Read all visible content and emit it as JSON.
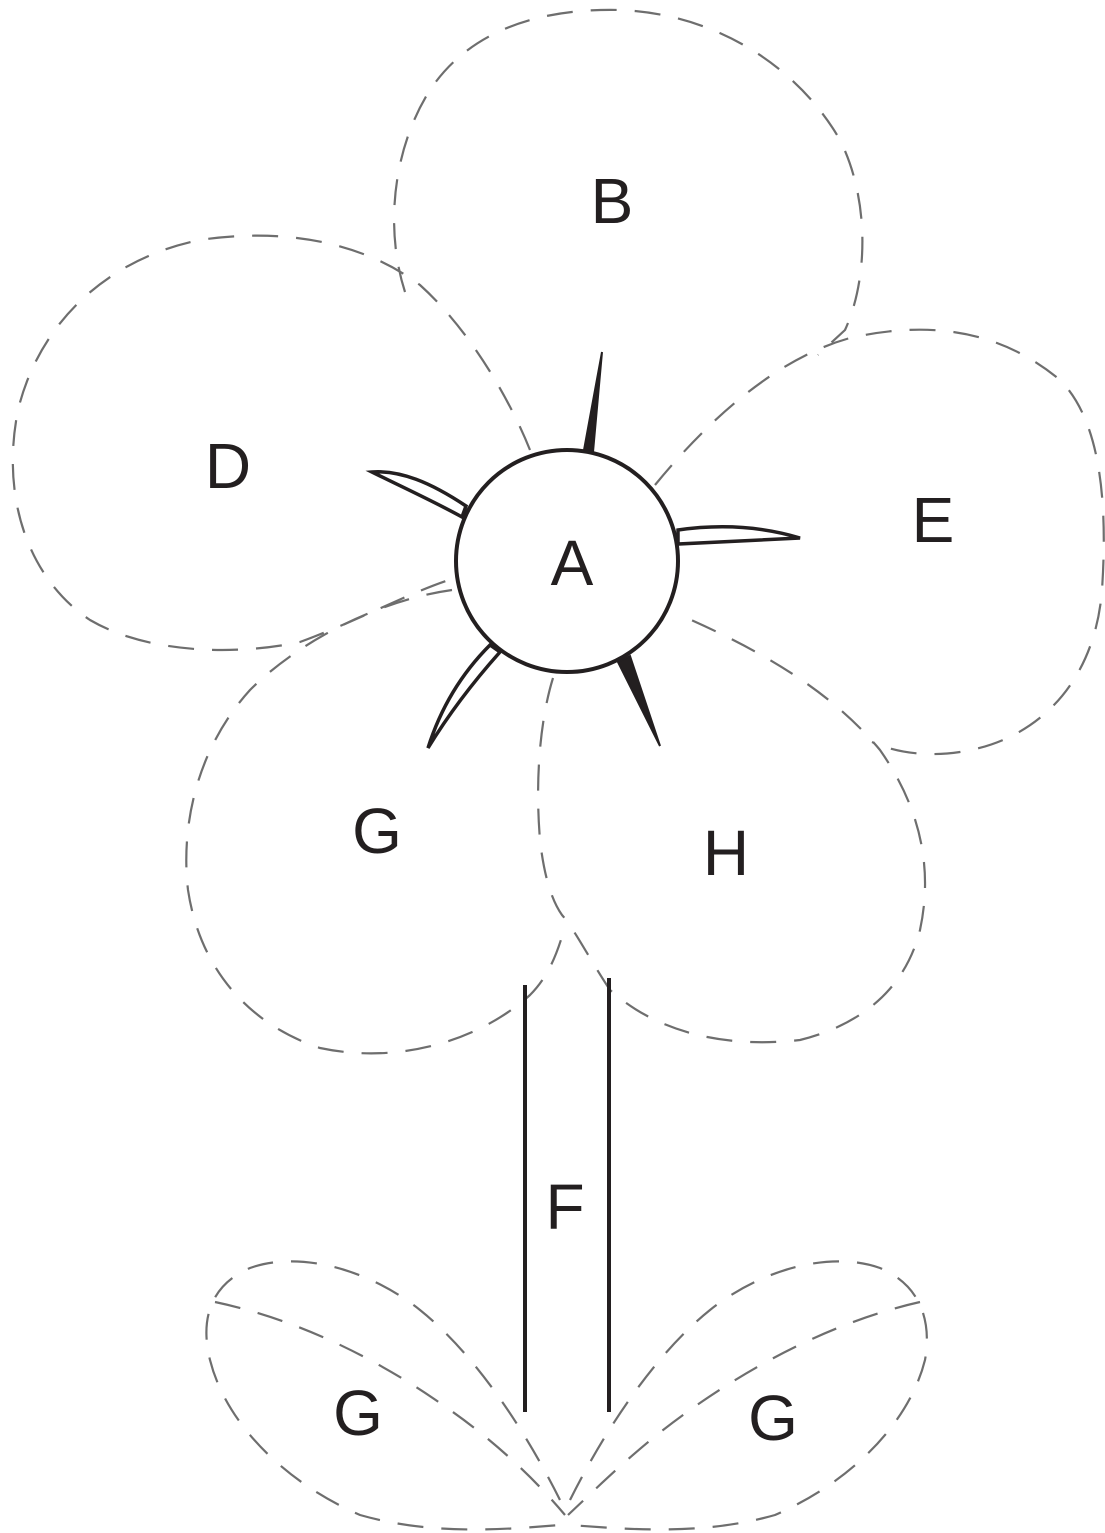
{
  "labels": {
    "center": "A",
    "top_petal": "B",
    "left_petal": "D",
    "right_petal": "E",
    "stem": "F",
    "lower_left_petal": "G",
    "lower_right_petal": "H",
    "left_leaf": "G",
    "right_leaf": "G"
  }
}
